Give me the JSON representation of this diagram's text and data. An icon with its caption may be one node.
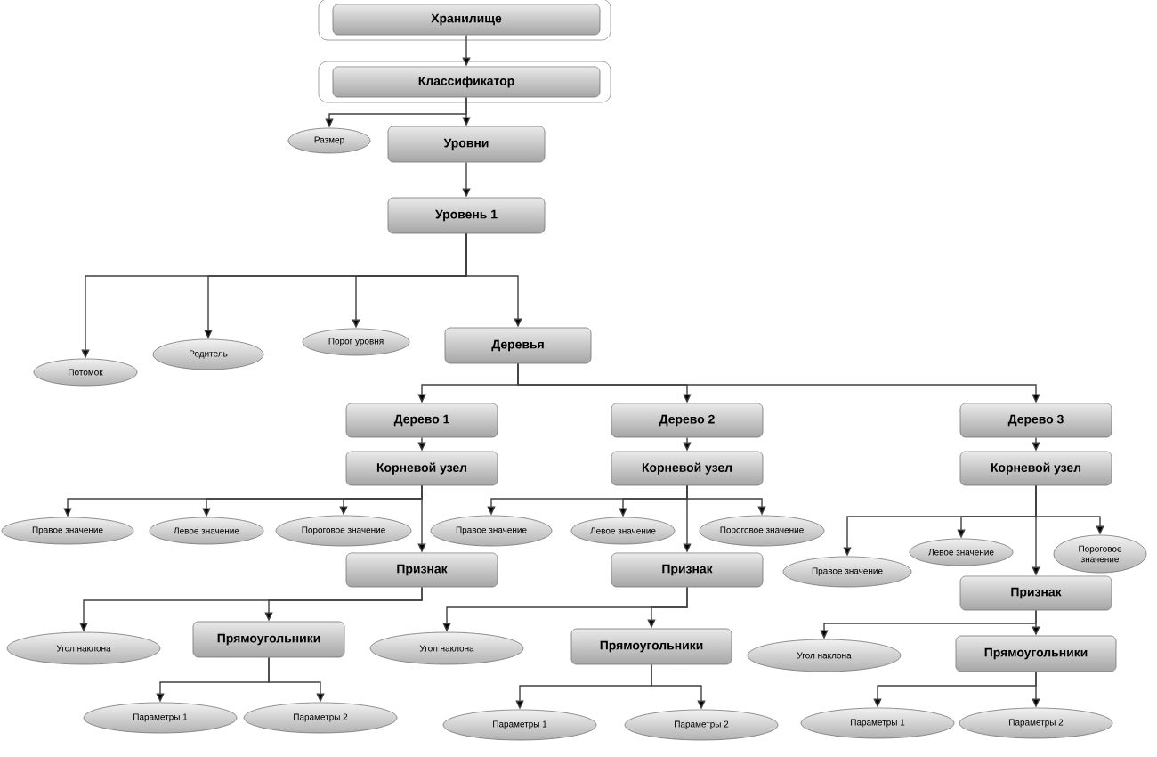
{
  "diagram": {
    "nodes": [
      {
        "text": [
          "Хранилище"
        ]
      },
      {
        "text": [
          "Классификатор"
        ]
      },
      {
        "text": [
          "Размер"
        ]
      },
      {
        "text": [
          "Уровни"
        ]
      },
      {
        "text": [
          "Уровень 1"
        ]
      },
      {
        "text": [
          "Потомок"
        ]
      },
      {
        "text": [
          "Родитель"
        ]
      },
      {
        "text": [
          "Порог уровня"
        ]
      },
      {
        "text": [
          "Деревья"
        ]
      },
      {
        "text": [
          "Дерево 1"
        ]
      },
      {
        "text": [
          "Корневой узел"
        ]
      },
      {
        "text": [
          "Правое значение"
        ]
      },
      {
        "text": [
          "Левое значение"
        ]
      },
      {
        "text": [
          "Пороговое значение"
        ]
      },
      {
        "text": [
          "Признак"
        ]
      },
      {
        "text": [
          "Угол наклона"
        ]
      },
      {
        "text": [
          "Прямоугольники"
        ]
      },
      {
        "text": [
          "Параметры 1"
        ]
      },
      {
        "text": [
          "Параметры 2"
        ]
      },
      {
        "text": [
          "Дерево 2"
        ]
      },
      {
        "text": [
          "Корневой узел"
        ]
      },
      {
        "text": [
          "Правое значение"
        ]
      },
      {
        "text": [
          "Левое значение"
        ]
      },
      {
        "text": [
          "Пороговое значение"
        ]
      },
      {
        "text": [
          "Признак"
        ]
      },
      {
        "text": [
          "Угол наклона"
        ]
      },
      {
        "text": [
          "Прямоугольники"
        ]
      },
      {
        "text": [
          "Параметры 1"
        ]
      },
      {
        "text": [
          "Параметры 2"
        ]
      },
      {
        "text": [
          "Дерево 3"
        ]
      },
      {
        "text": [
          "Корневой узел"
        ]
      },
      {
        "text": [
          "Правое значение"
        ]
      },
      {
        "text": [
          "Левое значение"
        ]
      },
      {
        "text": [
          "Пороговое значение"
        ]
      },
      {
        "text": [
          "Признак"
        ]
      },
      {
        "text": [
          "Угол наклона"
        ]
      },
      {
        "text": [
          "Прямоугольники"
        ]
      },
      {
        "text": [
          "Параметры 1"
        ]
      },
      {
        "text": [
          "Параметры 2"
        ]
      }
    ],
    "edges": [
      {
        "from": 0,
        "to": 1,
        "arrow": "to"
      },
      {
        "from": 1,
        "to": 2,
        "arrow": "to"
      },
      {
        "from": 1,
        "to": 3,
        "arrow": "to"
      },
      {
        "from": 3,
        "to": 4,
        "arrow": "to"
      },
      {
        "from": 4,
        "to": 5,
        "arrow": "to"
      },
      {
        "from": 4,
        "to": 6,
        "arrow": "to"
      },
      {
        "from": 4,
        "to": 7,
        "arrow": "to"
      },
      {
        "from": 4,
        "to": 8,
        "arrow": "to"
      },
      {
        "from": 8,
        "to": 9,
        "arrow": "to"
      },
      {
        "from": 8,
        "to": 19,
        "arrow": "to"
      },
      {
        "from": 8,
        "to": 29,
        "arrow": "to"
      },
      {
        "from": 9,
        "to": 10,
        "arrow": "to"
      },
      {
        "from": 10,
        "to": 11,
        "arrow": "to"
      },
      {
        "from": 10,
        "to": 12,
        "arrow": "to"
      },
      {
        "from": 10,
        "to": 13,
        "arrow": "to"
      },
      {
        "from": 10,
        "to": 14,
        "arrow": "to"
      },
      {
        "from": 14,
        "to": 15,
        "arrow": "to"
      },
      {
        "from": 14,
        "to": 16,
        "arrow": "to"
      },
      {
        "from": 16,
        "to": 17,
        "arrow": "to"
      },
      {
        "from": 16,
        "to": 18,
        "arrow": "to"
      },
      {
        "from": 19,
        "to": 20,
        "arrow": "to"
      },
      {
        "from": 20,
        "to": 21,
        "arrow": "to"
      },
      {
        "from": 20,
        "to": 22,
        "arrow": "to"
      },
      {
        "from": 20,
        "to": 23,
        "arrow": "to"
      },
      {
        "from": 20,
        "to": 24,
        "arrow": "to"
      },
      {
        "from": 24,
        "to": 25,
        "arrow": "to"
      },
      {
        "from": 24,
        "to": 26,
        "arrow": "to"
      },
      {
        "from": 26,
        "to": 27,
        "arrow": "to"
      },
      {
        "from": 26,
        "to": 28,
        "arrow": "to"
      },
      {
        "from": 29,
        "to": 30,
        "arrow": "to"
      },
      {
        "from": 30,
        "to": 31,
        "arrow": "to"
      },
      {
        "from": 30,
        "to": 32,
        "arrow": "to"
      },
      {
        "from": 30,
        "to": 33,
        "arrow": "to"
      },
      {
        "from": 30,
        "to": 34,
        "arrow": "to"
      },
      {
        "from": 34,
        "to": 35,
        "arrow": "to"
      },
      {
        "from": 34,
        "to": 36,
        "arrow": "to"
      },
      {
        "from": 36,
        "to": 37,
        "arrow": "to"
      },
      {
        "from": 36,
        "to": 38,
        "arrow": "to"
      }
    ]
  }
}
